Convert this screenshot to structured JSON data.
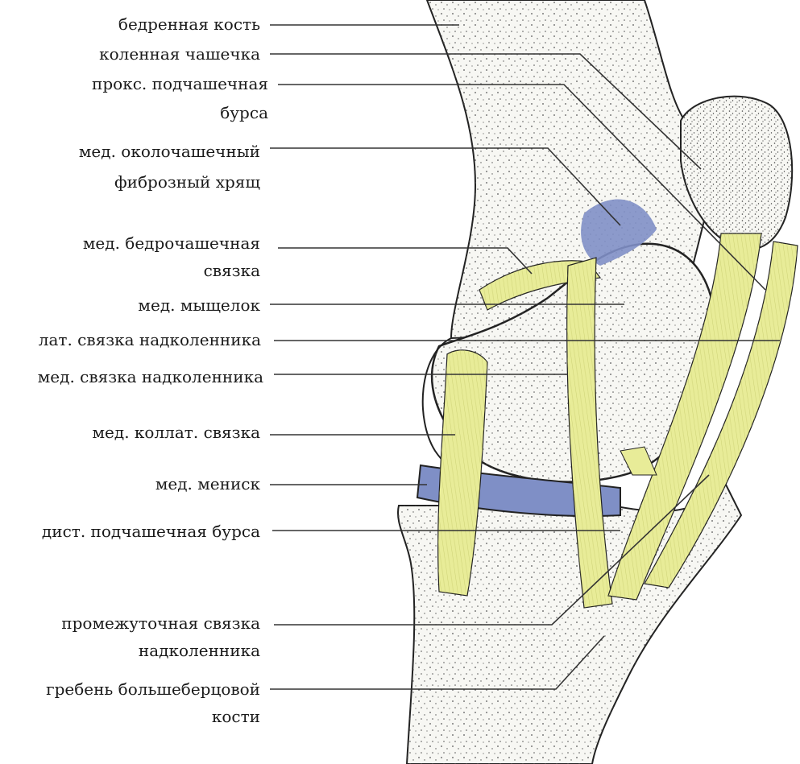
{
  "colors": {
    "ligament": "#e8ec98",
    "cartilage": "#7f8fc6",
    "bone": "#f7f7f3",
    "outline": "#222222",
    "leader": "#333333",
    "stipple": "#555555"
  },
  "labels": [
    {
      "id": "femur",
      "lines": [
        "бедренная кость"
      ]
    },
    {
      "id": "patella",
      "lines": [
        "коленная чашечка"
      ]
    },
    {
      "id": "prox-bursa",
      "lines": [
        "прокс. подчашечная",
        "бурса"
      ]
    },
    {
      "id": "med-cartilage",
      "lines": [
        "мед. околочашечный",
        "фиброзный хрящ"
      ]
    },
    {
      "id": "med-femoropatellar",
      "lines": [
        "мед. бедрочашечная",
        "связка"
      ]
    },
    {
      "id": "med-condyle",
      "lines": [
        "мед. мыщелок"
      ]
    },
    {
      "id": "lat-patellar-lig",
      "lines": [
        "лат. связка надколенника"
      ]
    },
    {
      "id": "med-patellar-lig",
      "lines": [
        "мед. связка надколенника"
      ]
    },
    {
      "id": "med-collateral",
      "lines": [
        "мед. коллат. связка"
      ]
    },
    {
      "id": "med-meniscus",
      "lines": [
        "мед. мениск"
      ]
    },
    {
      "id": "dist-bursa",
      "lines": [
        "дист. подчашечная бурса"
      ]
    },
    {
      "id": "inter-patellar-lig",
      "lines": [
        "промежуточная связка",
        "надколенника"
      ]
    },
    {
      "id": "tibial-crest",
      "lines": [
        "гребень большеберцовой",
        "кости"
      ]
    }
  ]
}
